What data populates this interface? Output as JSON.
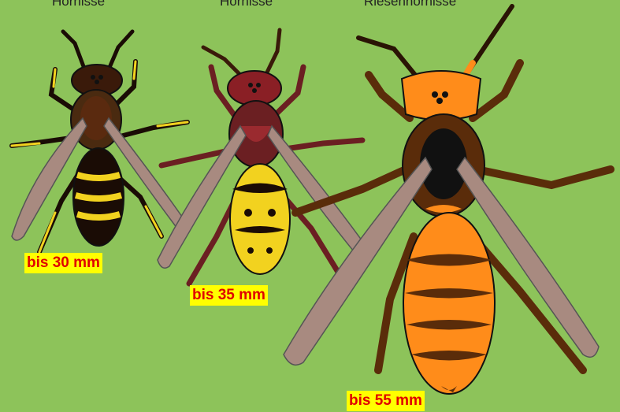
{
  "background_color": "#8dc35a",
  "species": [
    {
      "name": "Hornisse",
      "size": "bis 30 mm",
      "colors": {
        "body": "#3a1a0a",
        "stripe": "#f2d21f",
        "leg": "#f2d21f"
      }
    },
    {
      "name": "Hornisse",
      "size": "bis 35 mm",
      "colors": {
        "body": "#6b1f22",
        "stripe": "#f2d21f",
        "leg": "#8a1f25"
      }
    },
    {
      "name": "Riesenhornisse",
      "size": "bis 55 mm",
      "colors": {
        "body": "#5a2c0a",
        "stripe": "#ff9a1a",
        "head": "#ff8c1a",
        "leg": "#7a3a10"
      }
    }
  ],
  "wing_color": "#a88a80"
}
